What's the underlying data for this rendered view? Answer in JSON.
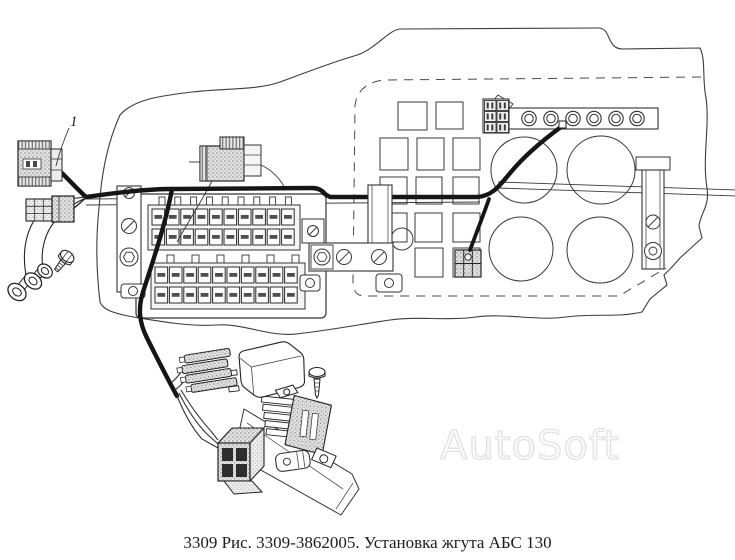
{
  "figure": {
    "caption": "3309 Рис. 3309-3862005. Установка жгута АБС 130",
    "watermark": "AutoSoft",
    "callout_1": "1"
  },
  "colors": {
    "background": "#ffffff",
    "ink": "#1c1c1c",
    "watermark": "#dedede"
  }
}
